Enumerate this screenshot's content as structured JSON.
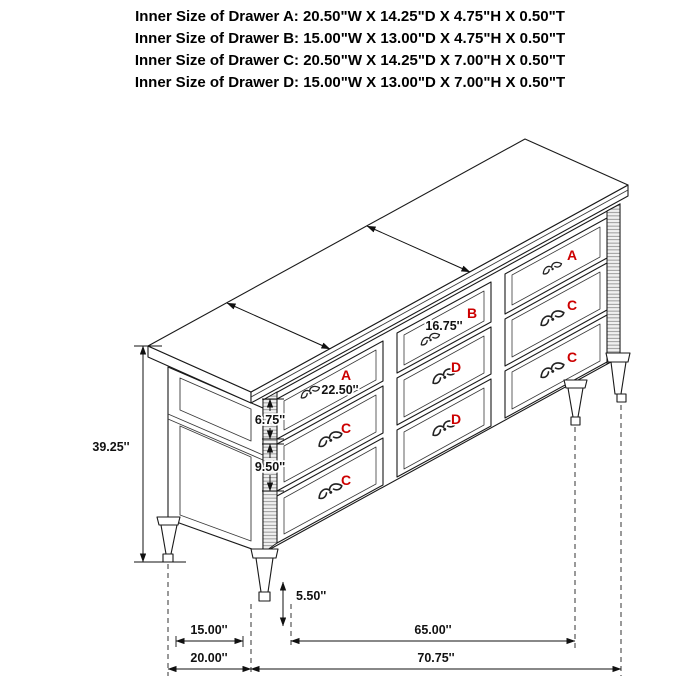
{
  "title_block": {
    "lines": [
      "Inner Size of Drawer A: 20.50\"W X 14.25\"D X 4.75\"H X 0.50\"T",
      "Inner Size of Drawer B: 15.00\"W X 13.00\"D X 4.75\"H X 0.50\"T",
      "Inner Size of Drawer C: 20.50\"W X 14.25\"D X 7.00\"H X 0.50\"T",
      "Inner Size of Drawer D: 15.00\"W X 13.00\"D X 7.00\"H X 0.50\"T"
    ]
  },
  "drawer_labels": {
    "left_top": "A",
    "left_mid": "C",
    "left_bottom": "C",
    "center_top": "B",
    "center_mid": "D",
    "center_bottom": "D",
    "right_top": "A",
    "right_mid": "C",
    "right_bottom": "C"
  },
  "dimension_labels": {
    "total_height": "39.25''",
    "top_drawer_face_height": "6.75''",
    "lower_drawer_face_height": "9.50''",
    "top_depth_end": "22.50''",
    "top_depth_center": "16.75''",
    "leg_height": "5.50''",
    "side_leg_spacing": "15.00''",
    "front_leg_spacing": "65.00''",
    "total_depth": "20.00''",
    "total_width": "70.75''"
  },
  "colors": {
    "drawer_letter": "#cc0000",
    "line": "#111111"
  }
}
